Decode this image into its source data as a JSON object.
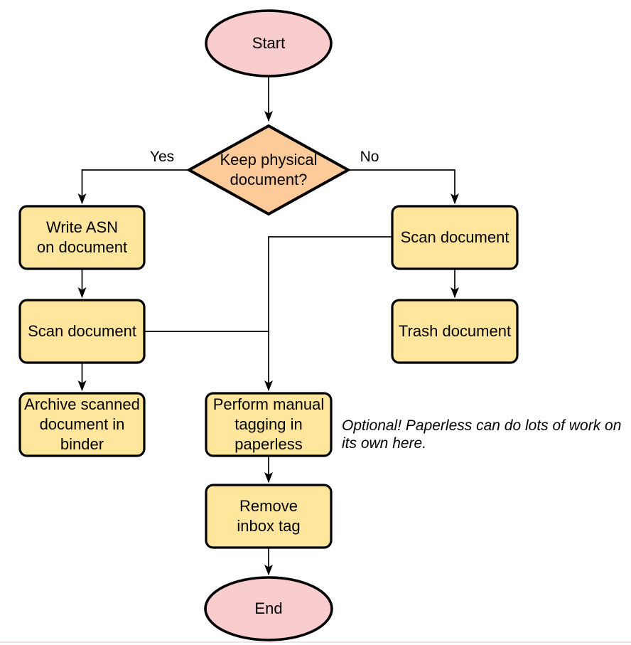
{
  "colors": {
    "terminal_fill": "#f9cccd",
    "decision_fill": "#fdca9a",
    "process_fill": "#ffe69c",
    "stroke": "#000000",
    "baseline": "#f2e2e5"
  },
  "nodes": {
    "start": {
      "label": "Start",
      "type": "terminal"
    },
    "decision": {
      "label": "Keep physical\ndocument?",
      "type": "decision"
    },
    "write_asn": {
      "label": "Write ASN\non document",
      "type": "process"
    },
    "scan_left": {
      "label": "Scan document",
      "type": "process"
    },
    "archive": {
      "label": "Archive scanned\ndocument in\nbinder",
      "type": "process"
    },
    "scan_right": {
      "label": "Scan document",
      "type": "process"
    },
    "trash": {
      "label": "Trash document",
      "type": "process"
    },
    "tagging": {
      "label": "Perform manual\ntagging in\npaperless",
      "type": "process"
    },
    "remove_inbox": {
      "label": "Remove\ninbox tag",
      "type": "process"
    },
    "end": {
      "label": "End",
      "type": "terminal"
    }
  },
  "edge_labels": {
    "yes": "Yes",
    "no": "No"
  },
  "annotation": {
    "note": "Optional! Paperless can do lots of work on\nits own here."
  }
}
